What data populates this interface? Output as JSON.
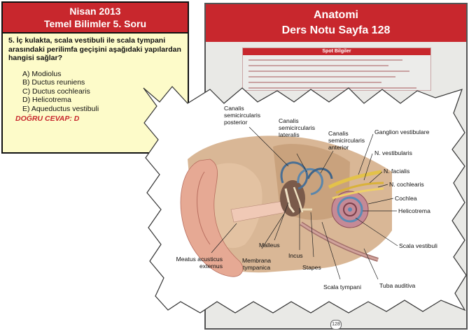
{
  "question_card": {
    "title_line1": "Nisan 2013",
    "title_line2": "Temel Bilimler 5. Soru",
    "question": "5. İç kulakta, scala vestibuli ile scala tympani arasındaki perilimfa geçişini aşağıdaki yapılardan hangisi sağlar?",
    "options": [
      "A) Modiolus",
      "B) Ductus reuniens",
      "C) Ductus cochlearis",
      "D) Helicotrema",
      "E) Aqueductus vestibuli"
    ],
    "answer": "DOĞRU CEVAP: D"
  },
  "book_page": {
    "title_line1": "Anatomi",
    "title_line2": "Ders Notu Sayfa 128",
    "table_header": "Spot Bilgiler",
    "page_number": "128"
  },
  "diagram_labels": {
    "canalis_posterior": [
      "Canalis",
      "semicircularis",
      "posterior"
    ],
    "canalis_lateralis": [
      "Canalis",
      "semicircularis",
      "lateralis"
    ],
    "canalis_anterior": [
      "Canalis",
      "semicircularis",
      "anterior"
    ],
    "ganglion": "Ganglion vestibulare",
    "n_vestibularis": "N. vestibularis",
    "n_facialis": "N. facialis",
    "n_cochlearis": "N. cochlearis",
    "cochlea": "Cochlea",
    "helicotrema": "Helicotrema",
    "scala_vestibuli": "Scala vestibuli",
    "tuba": "Tuba auditiva",
    "scala_tympani": "Scala tympani",
    "stapes": "Stapes",
    "incus": "Incus",
    "malleus": "Malleus",
    "membrana": [
      "Membrana",
      "tympanica"
    ],
    "meatus": [
      "Meatus acusticus",
      "externus"
    ]
  },
  "colors": {
    "accent_red": "#c8272d",
    "card_bg": "#fdfbc9"
  }
}
